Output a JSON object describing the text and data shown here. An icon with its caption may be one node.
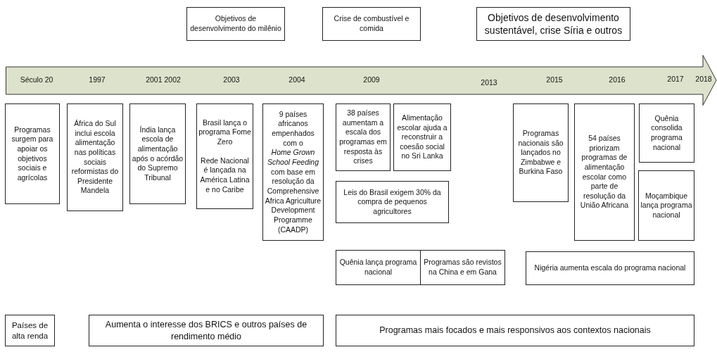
{
  "diagram": {
    "nodes": [
      {
        "text": [
          "Objetivos de desenvolvimento do milênio"
        ]
      },
      {
        "text": [
          "Crise de combustível e comida"
        ]
      },
      {
        "text": [
          "Objetivos de desenvolvimento sustentável, crise Síria e outros"
        ]
      },
      {
        "text": [
          "Século 20",
          "1997",
          "2001 2002",
          "2003",
          "2004",
          "2009",
          "2013",
          "2015",
          "2016",
          "2017",
          "2018"
        ]
      },
      {
        "text": [
          "Programas surgem para apoiar os objetivos sociais e agrícolas"
        ]
      },
      {
        "text": [
          "África do Sul inclui escola alimentação nas políticas sociais reformistas do Presidente Mandela"
        ]
      },
      {
        "text": [
          "Índia lança escola de alimentação após o acórdão do Supremo Tribunal"
        ]
      },
      {
        "text": [
          "Brasil lança o programa Fome Zero",
          "Rede Nacional é lançada na América Latina e no Caribe"
        ]
      },
      {
        "text": [
          "9 países africanos empenhados com o *Home Grown School Feeding* com base em resolução da Comprehensive Africa Agriculture Development Programme (CAADP)"
        ]
      },
      {
        "text": [
          "38 países aumentam a escala dos programas em resposta às crises"
        ]
      },
      {
        "text": [
          "Alimentação escolar ajuda a reconstruir a coesão social no Sri Lanka"
        ]
      },
      {
        "text": [
          "Leis do Brasil exigem 30% da compra de pequenos agricultores"
        ]
      },
      {
        "text": [
          "Quênia lança programa nacional"
        ]
      },
      {
        "text": [
          "Programas são revistos na China e em Gana"
        ]
      },
      {
        "text": [
          "Programas nacionais são lançados no Zimbabwe e Burkina Faso"
        ]
      },
      {
        "text": [
          "54 países priorizam programas de alimentação escolar como parte de resolução da União Africana"
        ]
      },
      {
        "text": [
          "Quênia consolida programa nacional"
        ]
      },
      {
        "text": [
          "Moçambique lança programa nacional"
        ]
      },
      {
        "text": [
          "Nigéria aumenta escala do programa nacional"
        ]
      },
      {
        "text": [
          "Países de alta renda"
        ]
      },
      {
        "text": [
          "Aumenta o interesse dos BRICS e outros países de rendimento médio"
        ]
      },
      {
        "text": [
          "Programas mais focados e mais responsivos aos contextos nacionais"
        ]
      }
    ]
  }
}
